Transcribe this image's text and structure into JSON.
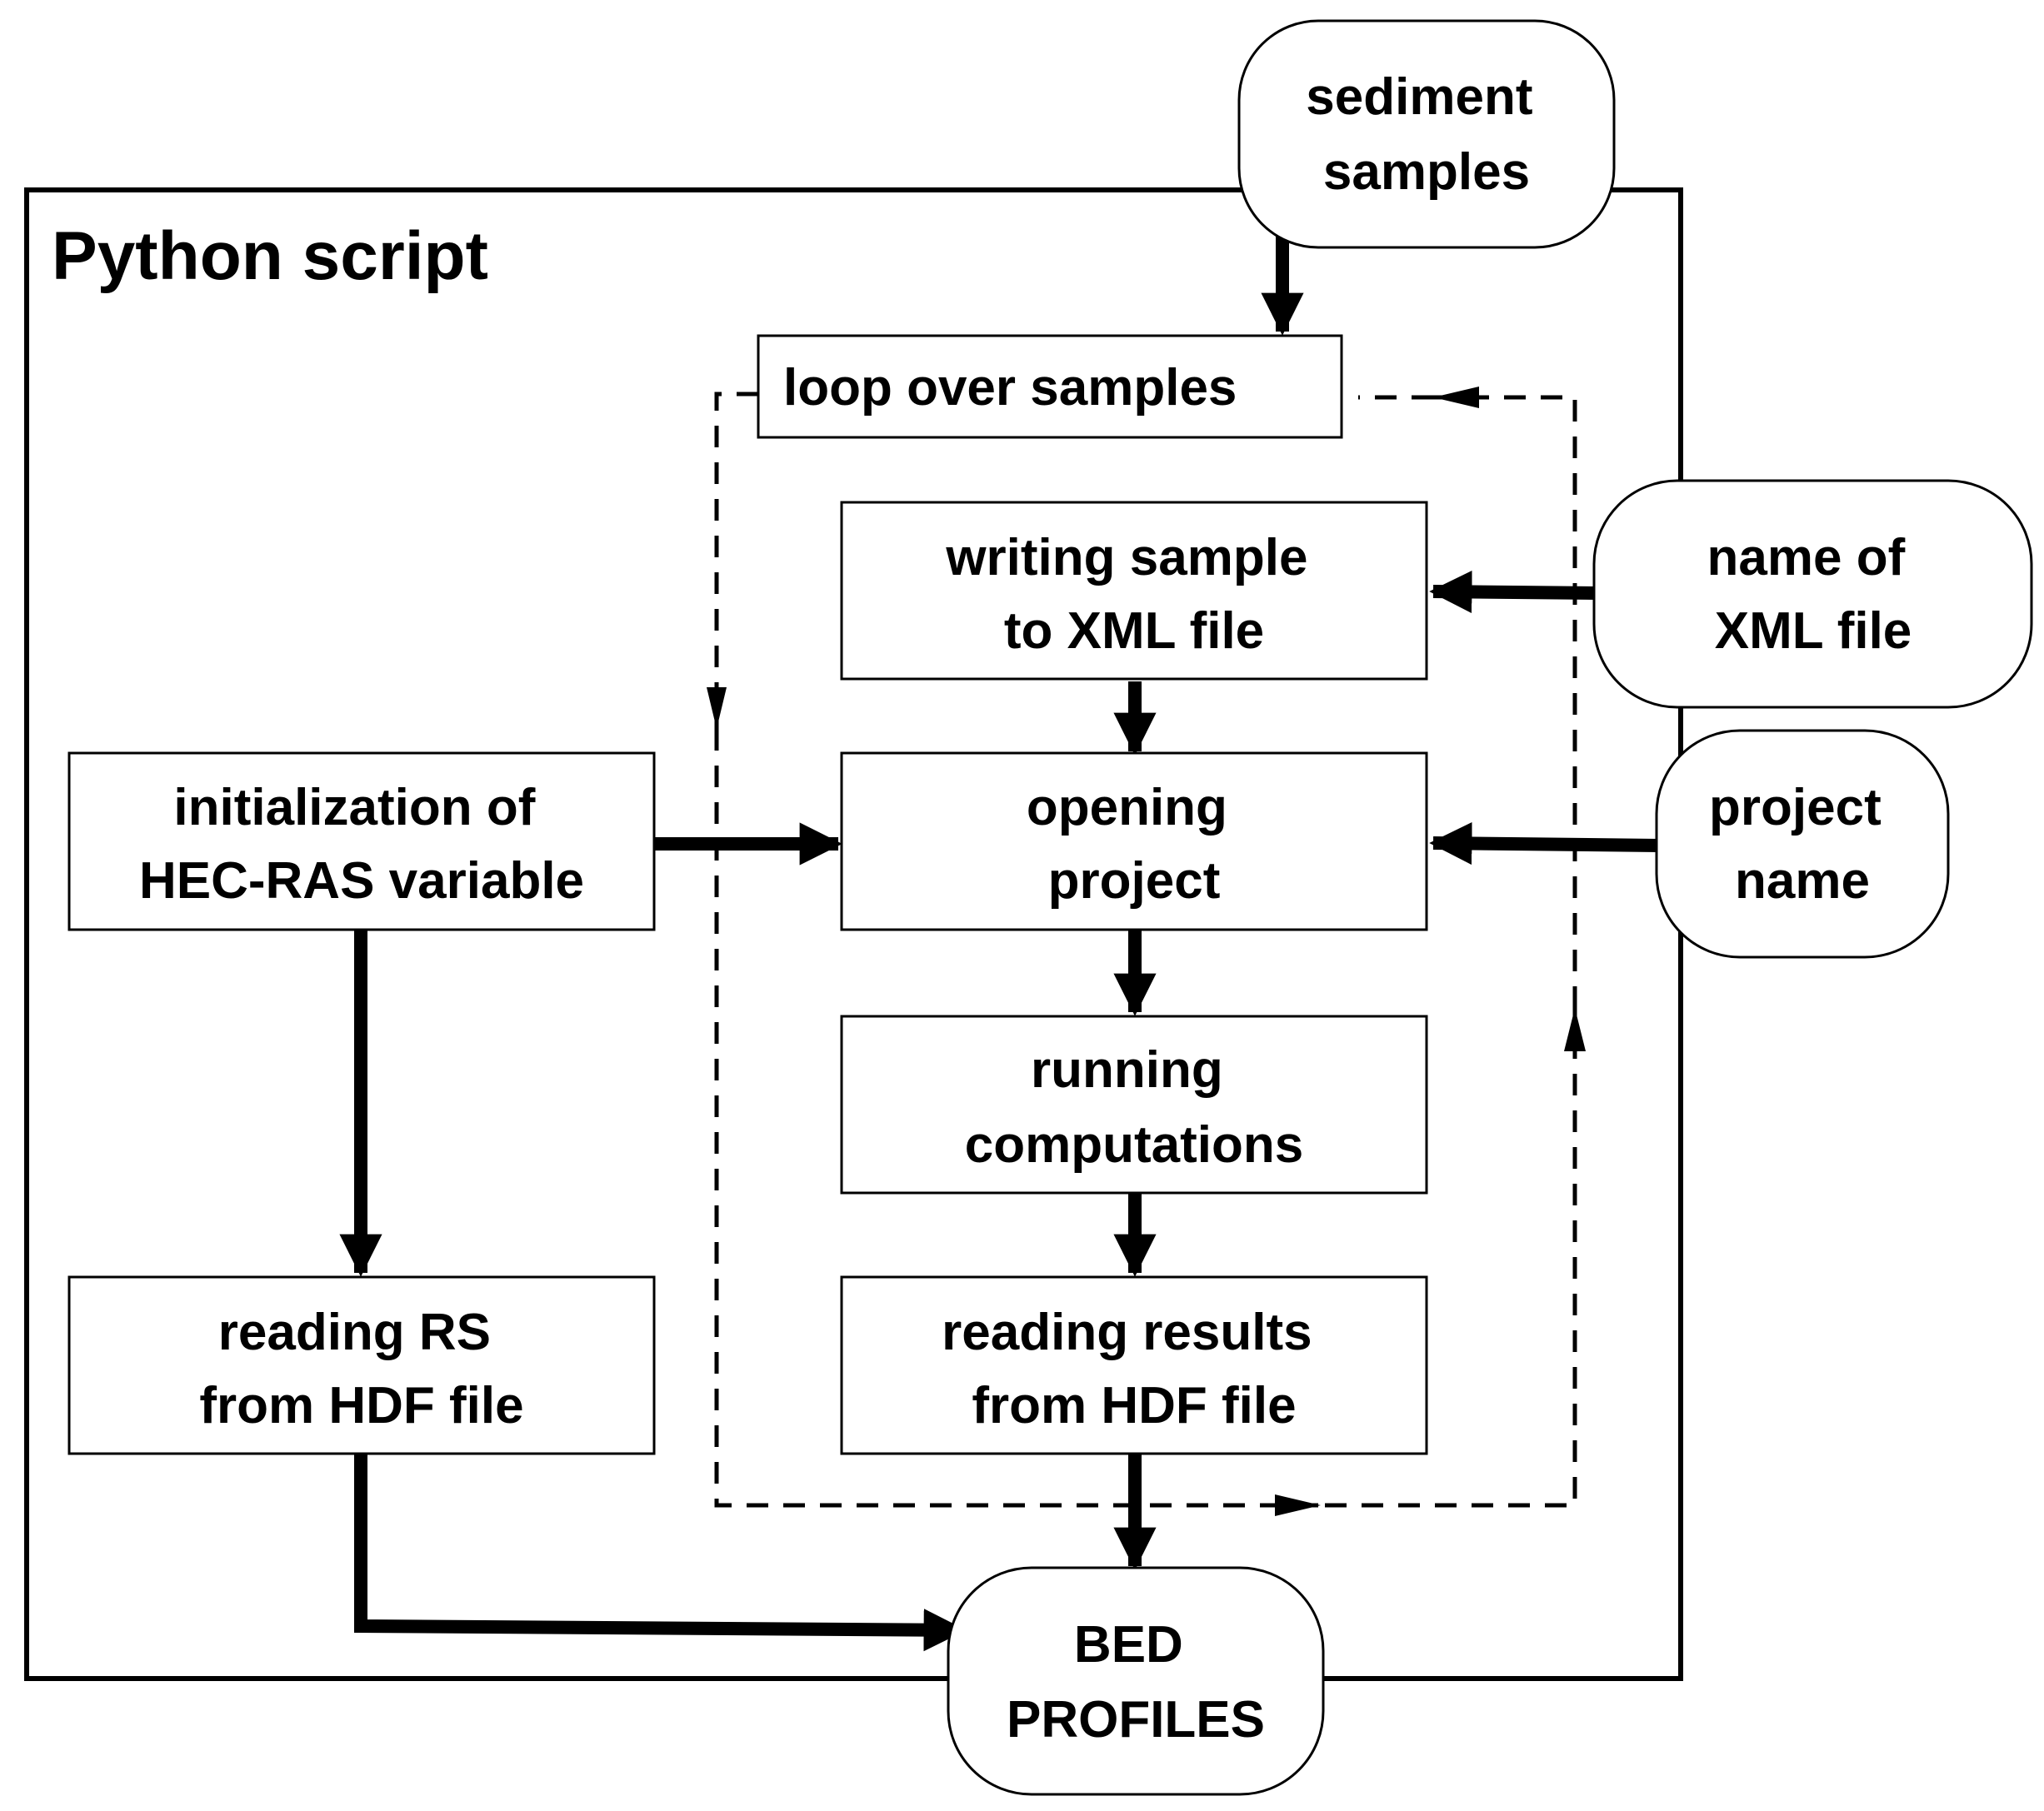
{
  "container": {
    "title": "Python script"
  },
  "inputs": {
    "sediment_samples": [
      "sediment",
      "samples"
    ],
    "xml_name": [
      "name of",
      "XML file"
    ],
    "project_name": [
      "project",
      "name"
    ]
  },
  "loop": {
    "label": "loop over samples"
  },
  "steps": {
    "write_xml": [
      "writing sample",
      "to XML file"
    ],
    "open_project": [
      "opening",
      "project"
    ],
    "run_computations": [
      "running",
      "computations"
    ],
    "read_results": [
      "reading results",
      "from HDF file"
    ]
  },
  "side_steps": {
    "init_hecras": [
      "initialization of",
      "HEC-RAS variable"
    ],
    "read_rs": [
      "reading RS",
      "from HDF file"
    ]
  },
  "output": {
    "bed_profiles": [
      "BED",
      "PROFILES"
    ]
  },
  "colors": {
    "stroke": "#000000",
    "background": "#ffffff"
  }
}
